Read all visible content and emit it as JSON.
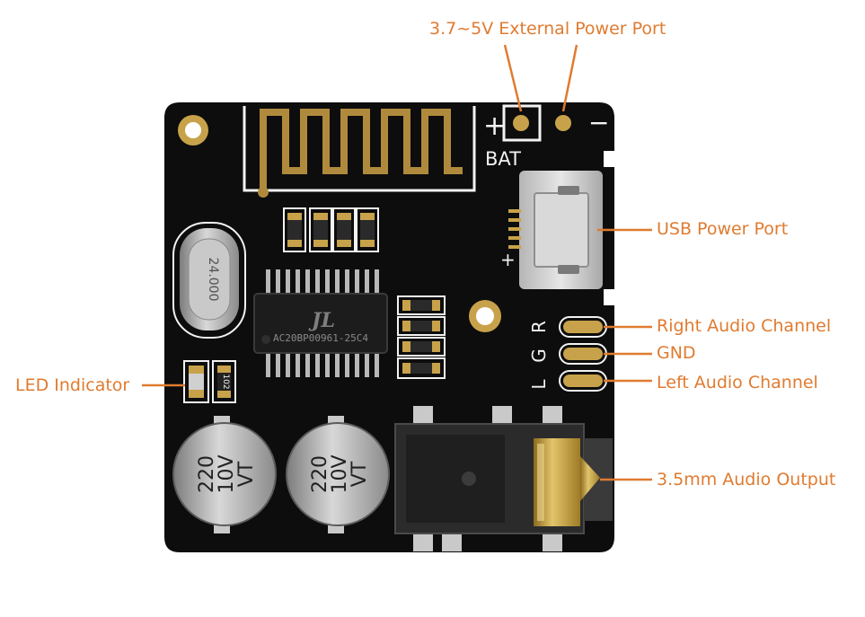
{
  "colors": {
    "callout": "#e07b30",
    "board": "#0d0d0d",
    "silkscreen": "#f2f2f2",
    "gold": "#c8a24a",
    "capacitor": "#9a9a9a"
  },
  "labels": {
    "ext_power": "3.7~5V External Power Port",
    "usb_power": "USB Power Port",
    "right_audio": "Right Audio Channel",
    "gnd": "GND",
    "left_audio": "Left Audio Channel",
    "led": "LED Indicator",
    "audio_out": "3.5mm Audio Output"
  },
  "silkscreen": {
    "bat": "BAT",
    "plus": "+",
    "minus": "−",
    "usb_plus": "+",
    "r": "R",
    "g": "G",
    "l": "L"
  },
  "components": {
    "crystal": "24.000",
    "chip_logo": "JL",
    "chip_part": "AC20BP00961-25C4",
    "resistor": "102",
    "cap_value": "220",
    "cap_voltage": "10V",
    "cap_brand": "VT"
  }
}
